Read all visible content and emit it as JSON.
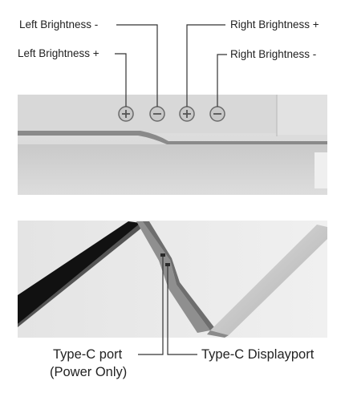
{
  "callouts": {
    "left_brightness_minus": "Left Brightness -",
    "left_brightness_plus": "Left Brightness +",
    "right_brightness_plus": "Right Brightness +",
    "right_brightness_minus": "Right Brightness -"
  },
  "buttons": [
    "plus",
    "minus",
    "plus",
    "minus"
  ],
  "ports": {
    "type_c_port_line1": "Type-C port",
    "type_c_port_line2": "(Power Only)",
    "type_c_displayport": "Type-C Displayport"
  },
  "colors": {
    "panel_light": "#dcdcdc",
    "panel_dark": "#9a9a9a",
    "screen": "#141414",
    "leader_line": "#333333"
  }
}
